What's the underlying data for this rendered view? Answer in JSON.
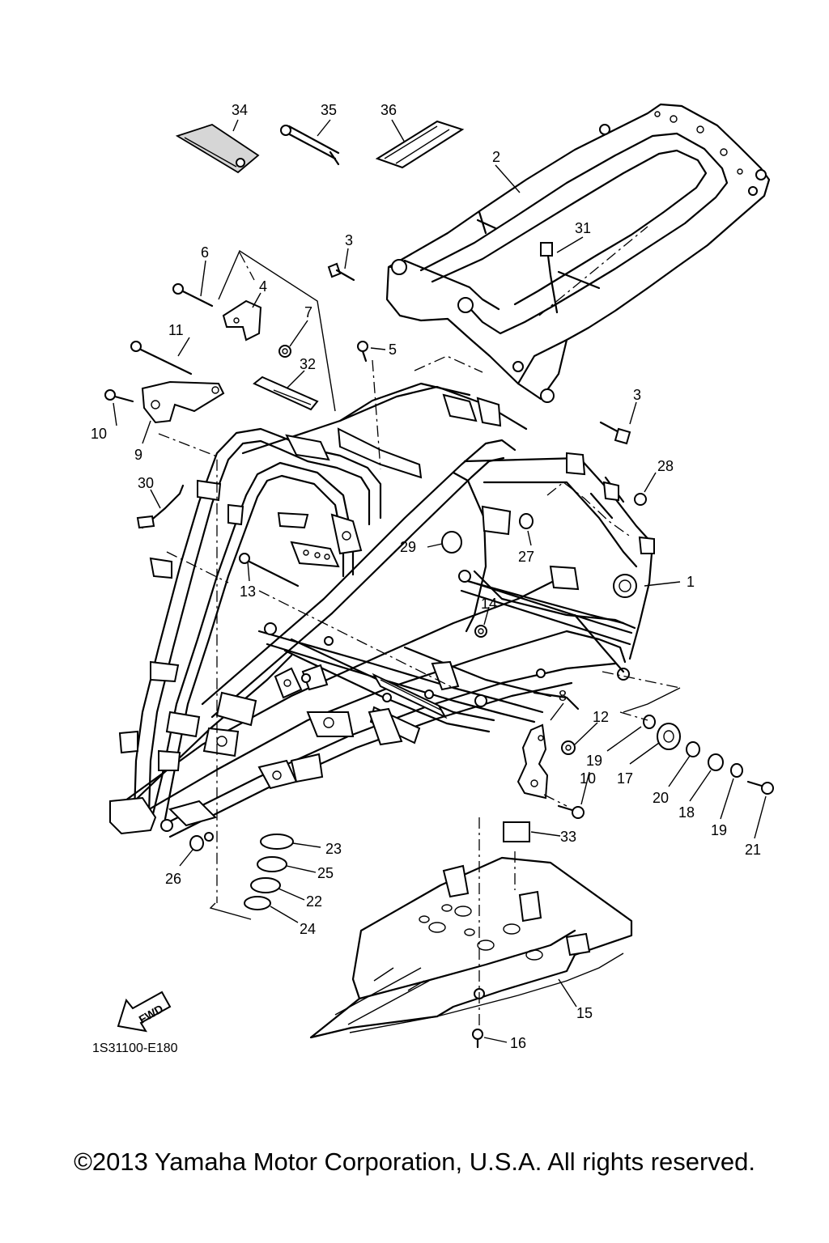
{
  "diagram_code": "1S31100-E180",
  "fwd_label": "FWD",
  "copyright": "©2013 Yamaha Motor Corporation, U.S.A. All rights reserved.",
  "callouts": {
    "c1": "1",
    "c2": "2",
    "c3a": "3",
    "c3b": "3",
    "c4": "4",
    "c5": "5",
    "c6": "6",
    "c7": "7",
    "c8": "8",
    "c9": "9",
    "c10a": "10",
    "c10b": "10",
    "c11": "11",
    "c12": "12",
    "c13": "13",
    "c14": "14",
    "c15": "15",
    "c16": "16",
    "c17": "17",
    "c18": "18",
    "c19a": "19",
    "c19b": "19",
    "c20": "20",
    "c21": "21",
    "c22": "22",
    "c23": "23",
    "c24": "24",
    "c25": "25",
    "c26": "26",
    "c27": "27",
    "c28": "28",
    "c29": "29",
    "c30": "30",
    "c31": "31",
    "c32": "32",
    "c33": "33",
    "c34": "34",
    "c35": "35",
    "c36": "36"
  }
}
